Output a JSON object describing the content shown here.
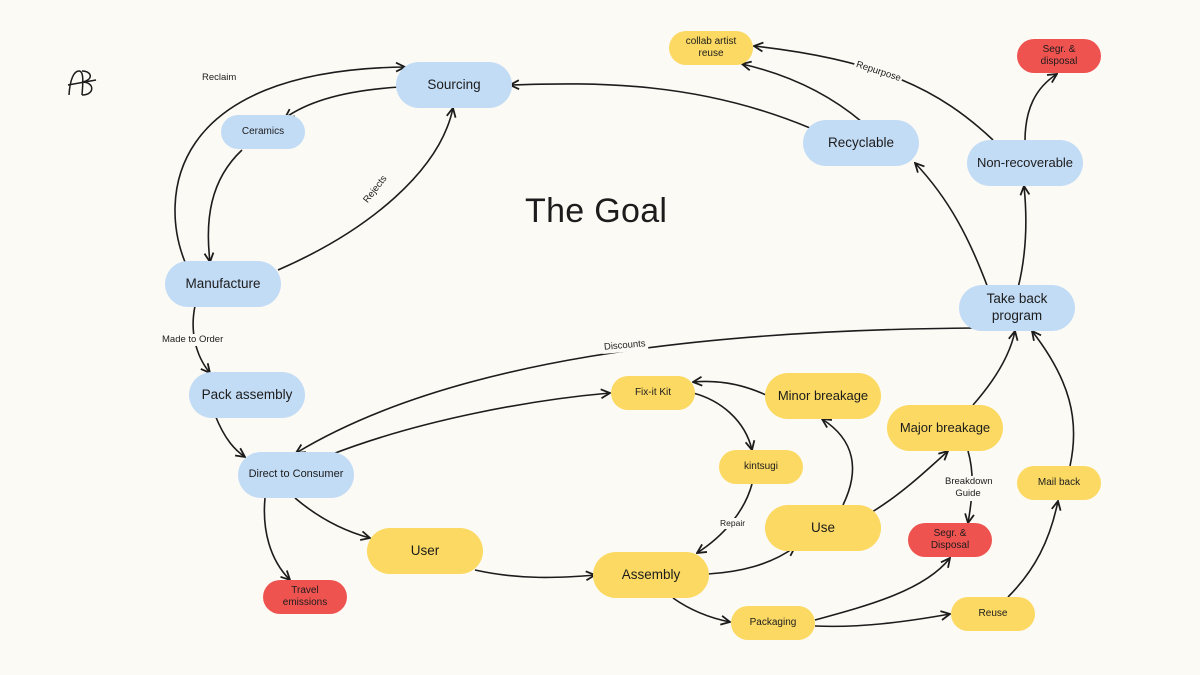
{
  "title": "The Goal",
  "logo": "AB monogram",
  "colors": {
    "background": "#fcfaf4",
    "blue_node": "#c3dcf6",
    "yellow_node": "#fbd962",
    "red_node": "#ef5350",
    "arrow": "#1c1c1c"
  },
  "nodes": {
    "sourcing": "Sourcing",
    "ceramics": "Ceramics",
    "manufacture": "Manufacture",
    "pack_assembly": "Pack assembly",
    "direct_to_consumer": "Direct to Consumer",
    "travel_emissions": "Travel emissions",
    "user": "User",
    "assembly": "Assembly",
    "packaging": "Packaging",
    "reuse": "Reuse",
    "mail_back": "Mail back",
    "use": "Use",
    "fix_it_kit": "Fix-it Kit",
    "kintsugi": "kintsugi",
    "minor_breakage": "Minor breakage",
    "major_breakage": "Major breakage",
    "segr_disposal_bottom": "Segr. & Disposal",
    "take_back_program": "Take back program",
    "recyclable": "Recyclable",
    "non_recoverable": "Non-recoverable",
    "collab_artist_reuse": "collab artist reuse",
    "segr_disposal_top": "Segr. & disposal"
  },
  "edge_labels": {
    "reclaim": "Reclaim",
    "rejects": "Rejects",
    "made_to_order": "Made to Order",
    "discounts": "Discounts",
    "repair": "Repair",
    "breakdown_guide": "Breakdown Guide",
    "repurpose": "Repurpose"
  }
}
